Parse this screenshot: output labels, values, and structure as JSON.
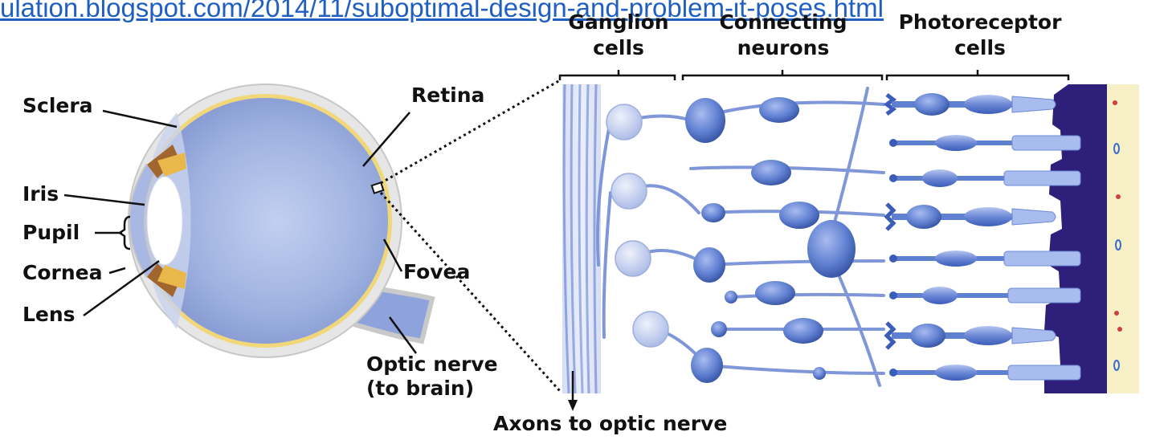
{
  "source_url": "ulation.blogspot.com/2014/11/suboptimal-design-and-problem-it-poses.html",
  "eye_labels": {
    "sclera": "Sclera",
    "iris": "Iris",
    "pupil": "Pupil",
    "cornea": "Cornea",
    "lens": "Lens",
    "retina": "Retina",
    "fovea": "Fovea",
    "optic_nerve_line1": "Optic nerve",
    "optic_nerve_line2": "(to brain)"
  },
  "retina_headers": {
    "ganglion_line1": "Ganglion",
    "ganglion_line2": "cells",
    "connecting_line1": "Connecting",
    "connecting_line2": "neurons",
    "photoreceptor_line1": "Photoreceptor",
    "photoreceptor_line2": "cells"
  },
  "axons_label": "Axons to optic nerve",
  "colors": {
    "eye_fill": "#9fb2e0",
    "eye_dark": "#7f93cf",
    "sclera": "#e6e6e6",
    "retina_yellow": "#f0d77a",
    "neuron": "#5f7fd0",
    "neuron_dark": "#3b5cb8",
    "epithelium": "#2d1f7a",
    "choroid": "#f7efc6",
    "url": "#1f5fc2"
  }
}
